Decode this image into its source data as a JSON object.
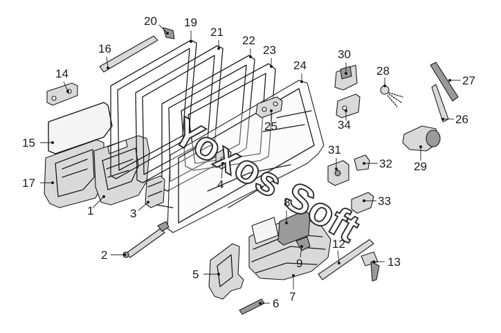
{
  "watermark": "Yoxos Soft",
  "labels": [
    {
      "id": "1",
      "text": "1"
    },
    {
      "id": "2",
      "text": "2"
    },
    {
      "id": "3",
      "text": "3"
    },
    {
      "id": "4",
      "text": "4"
    },
    {
      "id": "5",
      "text": "5"
    },
    {
      "id": "6",
      "text": "6"
    },
    {
      "id": "7",
      "text": "7"
    },
    {
      "id": "8",
      "text": "8"
    },
    {
      "id": "9",
      "text": "9"
    },
    {
      "id": "12",
      "text": "12"
    },
    {
      "id": "13",
      "text": "13"
    },
    {
      "id": "14",
      "text": "14"
    },
    {
      "id": "15",
      "text": "15"
    },
    {
      "id": "16",
      "text": "16"
    },
    {
      "id": "17",
      "text": "17"
    },
    {
      "id": "19",
      "text": "19"
    },
    {
      "id": "20",
      "text": "20"
    },
    {
      "id": "21",
      "text": "21"
    },
    {
      "id": "22",
      "text": "22"
    },
    {
      "id": "23",
      "text": "23"
    },
    {
      "id": "24",
      "text": "24"
    },
    {
      "id": "25",
      "text": "25"
    },
    {
      "id": "26",
      "text": "26"
    },
    {
      "id": "27",
      "text": "27"
    },
    {
      "id": "28",
      "text": "28"
    },
    {
      "id": "29",
      "text": "29"
    },
    {
      "id": "30",
      "text": "30"
    },
    {
      "id": "31",
      "text": "31"
    },
    {
      "id": "32",
      "text": "32"
    },
    {
      "id": "33",
      "text": "33"
    },
    {
      "id": "34",
      "text": "34"
    }
  ]
}
